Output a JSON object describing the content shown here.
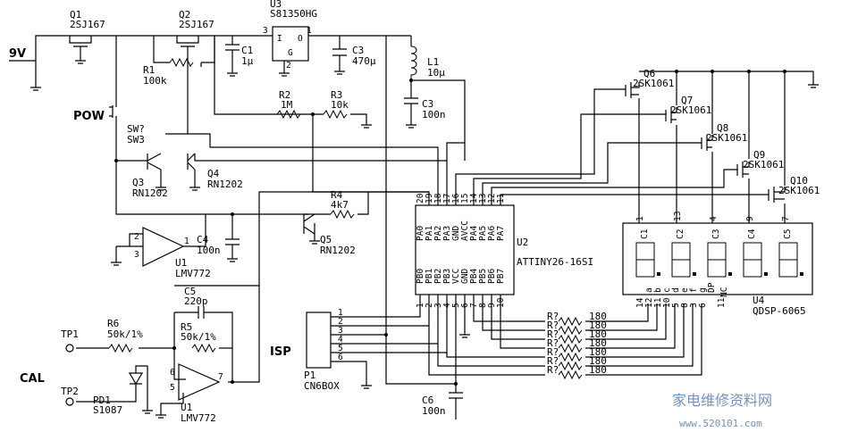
{
  "ports": {
    "vin": "9V",
    "pow": "POW",
    "isp": "ISP",
    "cal": "CAL",
    "tp1": "TP1",
    "tp2": "TP2"
  },
  "parts": {
    "q1": [
      "Q1",
      "2SJ167"
    ],
    "q2": [
      "Q2",
      "2SJ167"
    ],
    "u3": [
      "U3",
      "S81350HG"
    ],
    "c1": [
      "C1",
      "1µ"
    ],
    "c3": [
      "C3",
      "470µ"
    ],
    "l1": [
      "L1",
      "10µ"
    ],
    "c3b": [
      "C3",
      "100n"
    ],
    "r1": [
      "R1",
      "100k"
    ],
    "r2": [
      "R2",
      "1M"
    ],
    "r3": [
      "R3",
      "10k"
    ],
    "sw": [
      "SW?",
      "SW3"
    ],
    "q3": [
      "Q3",
      "RN1202"
    ],
    "q4": [
      "Q4",
      "RN1202"
    ],
    "r4": [
      "R4",
      "4k7"
    ],
    "q5": [
      "Q5",
      "RN1202"
    ],
    "c4": [
      "C4",
      "100n"
    ],
    "u1a": [
      "U1",
      "LMV772"
    ],
    "c5": [
      "C5",
      "220p"
    ],
    "r6": [
      "R6",
      "50k/1%"
    ],
    "r5": [
      "R5",
      "50k/1%"
    ],
    "pd1": [
      "PD1",
      "S1087"
    ],
    "u1b": [
      "U1",
      "LMV772"
    ],
    "p1": [
      "P1",
      "CN6BOX"
    ],
    "c6": [
      "C6",
      "100n"
    ],
    "u2": [
      "U2",
      "ATTINY26-16SI"
    ],
    "u4": [
      "U4",
      "QDSP-6065"
    ],
    "rseg": [
      "R?",
      "180"
    ],
    "q6": [
      "Q6",
      "2SK1061"
    ],
    "q7": [
      "Q7",
      "2SK1061"
    ],
    "q8": [
      "Q8",
      "2SK1061"
    ],
    "q9": [
      "Q9",
      "2SK1061"
    ],
    "q10": [
      "Q10",
      "2SK1061"
    ]
  },
  "u3_pins": [
    "3",
    "1",
    "2",
    "I",
    "O",
    "G"
  ],
  "u2_top": [
    "20",
    "19",
    "18",
    "17",
    "16",
    "15",
    "14",
    "13",
    "12",
    "11"
  ],
  "u2_top_names": [
    "PA0",
    "PA1",
    "PA2",
    "PA3",
    "GND",
    "AVCC",
    "PA4",
    "PA5",
    "PA6",
    "PA7"
  ],
  "u2_bot": [
    "1",
    "2",
    "3",
    "4",
    "5",
    "6",
    "7",
    "8",
    "9",
    "10"
  ],
  "u2_bot_names": [
    "PB0",
    "PB1",
    "PB2",
    "PB3",
    "VCC",
    "GND",
    "PB4",
    "PB5",
    "PB6",
    "PB7"
  ],
  "u4_top": [
    "1",
    "13",
    "4",
    "9",
    "7"
  ],
  "u4_digits": [
    "C1",
    "C2",
    "C3",
    "C4",
    "C5"
  ],
  "u4_bot": [
    "14",
    "12",
    "11",
    "10",
    "5",
    "8",
    "3",
    "11",
    "6"
  ],
  "u4_bot_names": [
    "a",
    "b",
    "c",
    "d",
    "e",
    "f",
    "g",
    "NC",
    "DP"
  ],
  "p1_pins": [
    "1",
    "2",
    "3",
    "4",
    "5",
    "6"
  ],
  "opamp_pins": [
    "2",
    "3",
    "1",
    "6",
    "5",
    "7"
  ],
  "watermark": {
    "cn": "家电维修资料网",
    "url": "www.520101.com"
  }
}
